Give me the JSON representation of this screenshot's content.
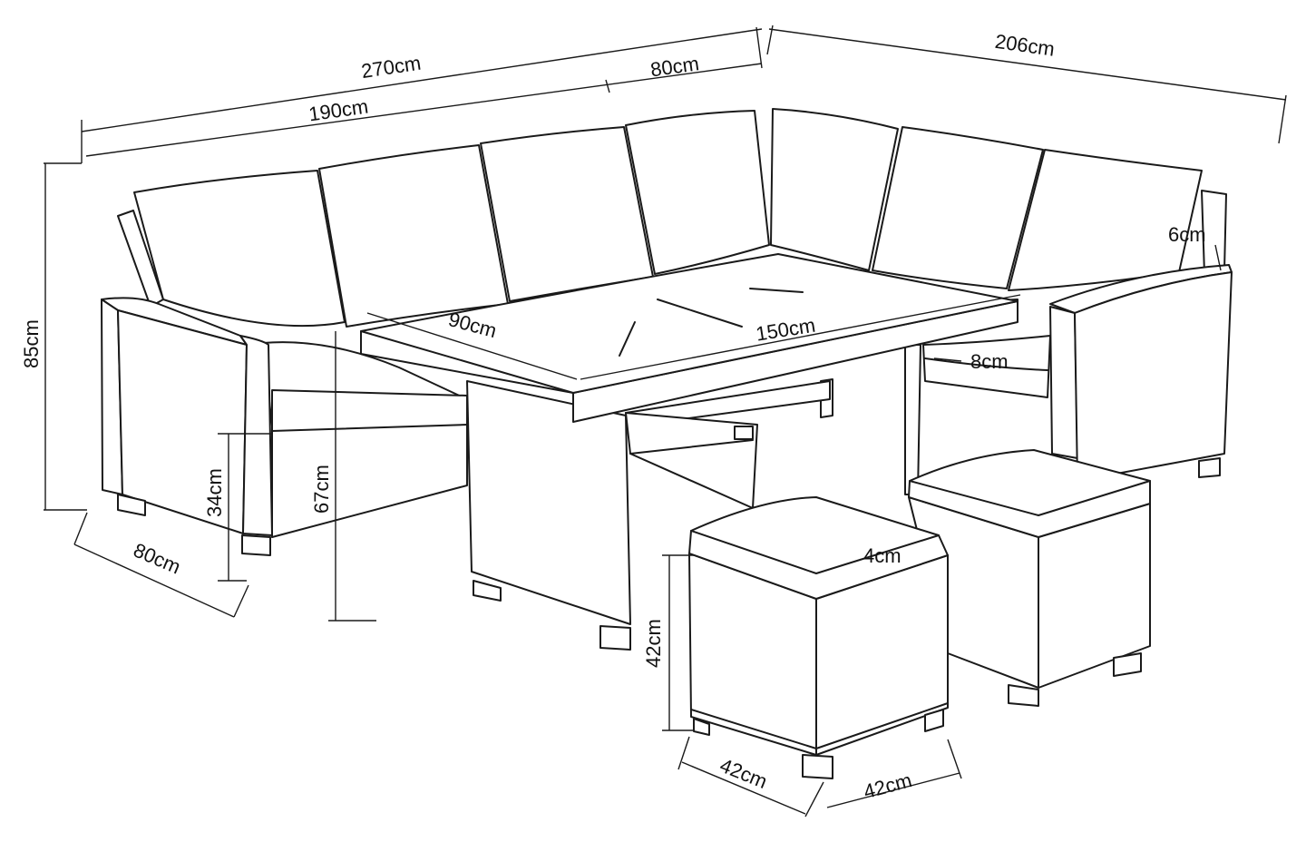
{
  "dimensions": {
    "total_length": "270cm",
    "main_section": "190cm",
    "corner_section": "80cm",
    "side_length": "206cm",
    "overall_height": "85cm",
    "depth": "80cm",
    "seat_height": "34cm",
    "table_height": "67cm",
    "table_width": "90cm",
    "table_length": "150cm",
    "arm_width": "6cm",
    "cushion_thickness": "8cm",
    "stool_cushion": "4cm",
    "stool_height": "42cm",
    "stool_depth": "42cm",
    "stool_width": "42cm"
  },
  "style": {
    "line_color": "#1a1a1a",
    "background": "#ffffff"
  }
}
